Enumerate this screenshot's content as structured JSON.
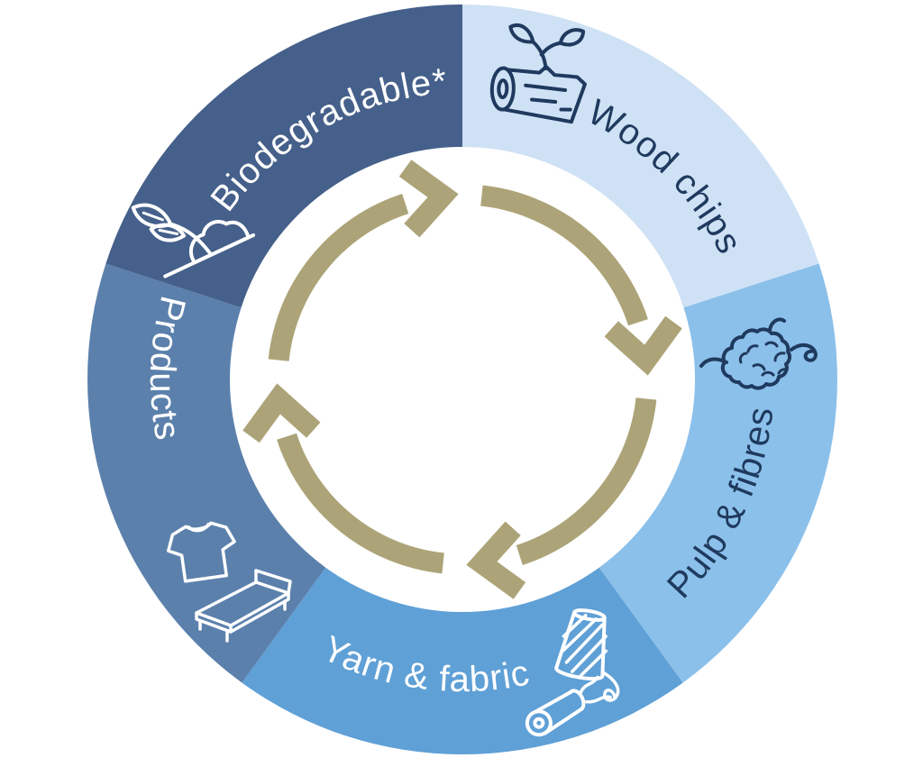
{
  "diagram": {
    "type": "circular-lifecycle",
    "direction": "clockwise",
    "background_color": "#ffffff",
    "arrow_color": "#ACA478",
    "segments": [
      {
        "label": "Wood chips",
        "color": "#CFE1F5",
        "label_color": "#1F3A5E",
        "icon": "log-with-sprout",
        "icon_color": "#1F3A5E"
      },
      {
        "label": "Pulp & fibres",
        "color": "#8BC0EA",
        "label_color": "#1F3A5E",
        "icon": "pulp-fibre-ball",
        "icon_color": "#1F3A5E"
      },
      {
        "label": "Yarn & fabric",
        "color": "#5FA0D6",
        "label_color": "#FFFFFF",
        "icon": "yarn-spool-and-fabric-roll",
        "icon_color": "#FFFFFF"
      },
      {
        "label": "Products",
        "color": "#5B80AC",
        "label_color": "#FFFFFF",
        "icon": "tshirt-and-bed",
        "icon_color": "#FFFFFF"
      },
      {
        "label": "Biodegradable*",
        "color": "#45608A",
        "label_color": "#FFFFFF",
        "icon": "sprout-and-soil",
        "icon_color": "#FFFFFF"
      }
    ]
  }
}
